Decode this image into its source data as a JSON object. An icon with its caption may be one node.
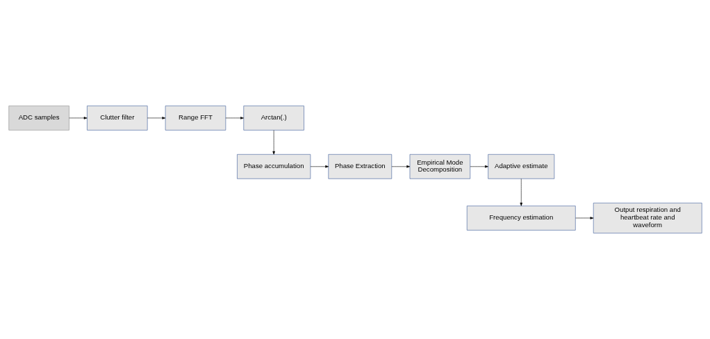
{
  "diagram": {
    "nodes": [
      {
        "text": [
          "ADC samples"
        ]
      },
      {
        "text": [
          "Clutter filter"
        ]
      },
      {
        "text": [
          "Range FFT"
        ]
      },
      {
        "text": [
          "Arctan(.)"
        ]
      },
      {
        "text": [
          "Phase accumulation"
        ]
      },
      {
        "text": [
          "Phase Extraction"
        ]
      },
      {
        "text": [
          "Empirical Mode Decomposition"
        ]
      },
      {
        "text": [
          "Adaptive estimate"
        ]
      },
      {
        "text": [
          "Frequency estimation"
        ]
      },
      {
        "text": [
          "Output respiration and heartbeat rate and waveform"
        ]
      }
    ],
    "edges": [
      {
        "from": 0,
        "to": 1,
        "arrow": "to"
      },
      {
        "from": 1,
        "to": 2,
        "arrow": "to"
      },
      {
        "from": 2,
        "to": 3,
        "arrow": "to"
      },
      {
        "from": 3,
        "to": 4,
        "arrow": "to"
      },
      {
        "from": 4,
        "to": 5,
        "arrow": "to"
      },
      {
        "from": 5,
        "to": 6,
        "arrow": "to"
      },
      {
        "from": 6,
        "to": 7,
        "arrow": "to"
      },
      {
        "from": 7,
        "to": 8,
        "arrow": "to"
      },
      {
        "from": 8,
        "to": 9,
        "arrow": "to"
      }
    ]
  }
}
